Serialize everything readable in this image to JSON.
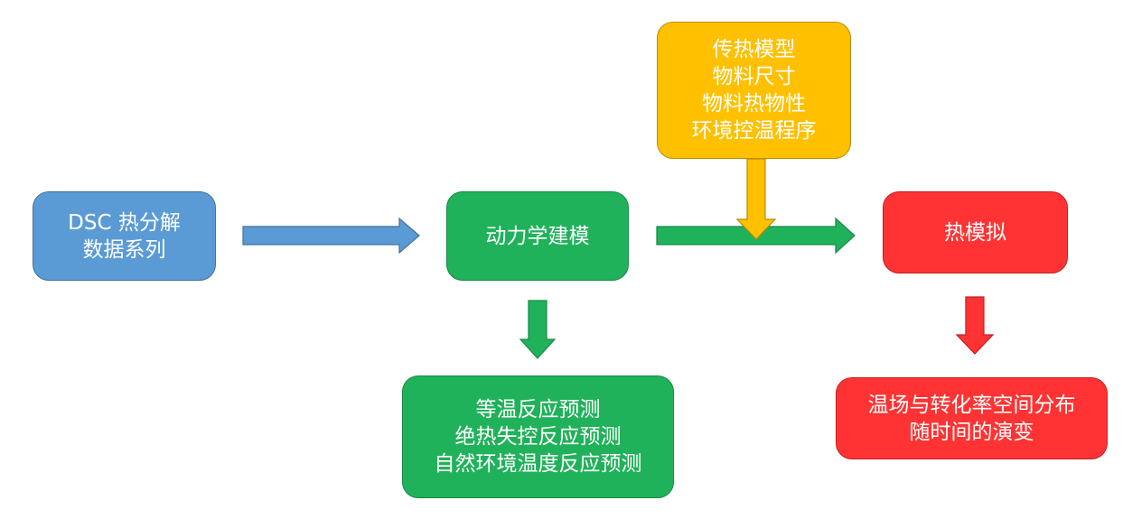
{
  "nodes": {
    "dsc_data": {
      "lines": [
        "DSC 热分解",
        "数据系列"
      ],
      "color": "#5b9bd5"
    },
    "kinetic_modeling": {
      "lines": [
        "动力学建模"
      ],
      "color": "#20b25a"
    },
    "heat_transfer_inputs": {
      "lines": [
        "传热模型",
        "物料尺寸",
        "物料热物性",
        "环境控温程序"
      ],
      "color": "#ffc000"
    },
    "thermal_simulation": {
      "lines": [
        "热模拟"
      ],
      "color": "#ff3333"
    },
    "reaction_predictions": {
      "lines": [
        "等温反应预测",
        "绝热失控反应预测",
        "自然环境温度反应预测"
      ],
      "color": "#20b25a"
    },
    "distribution_output": {
      "lines": [
        "温场与转化率空间分布",
        "随时间的演变"
      ],
      "color": "#ff3333"
    }
  },
  "arrows": {
    "blue": "#5b9bd5",
    "green": "#20b25a",
    "yellow": "#ffc000",
    "red": "#ff3333"
  }
}
